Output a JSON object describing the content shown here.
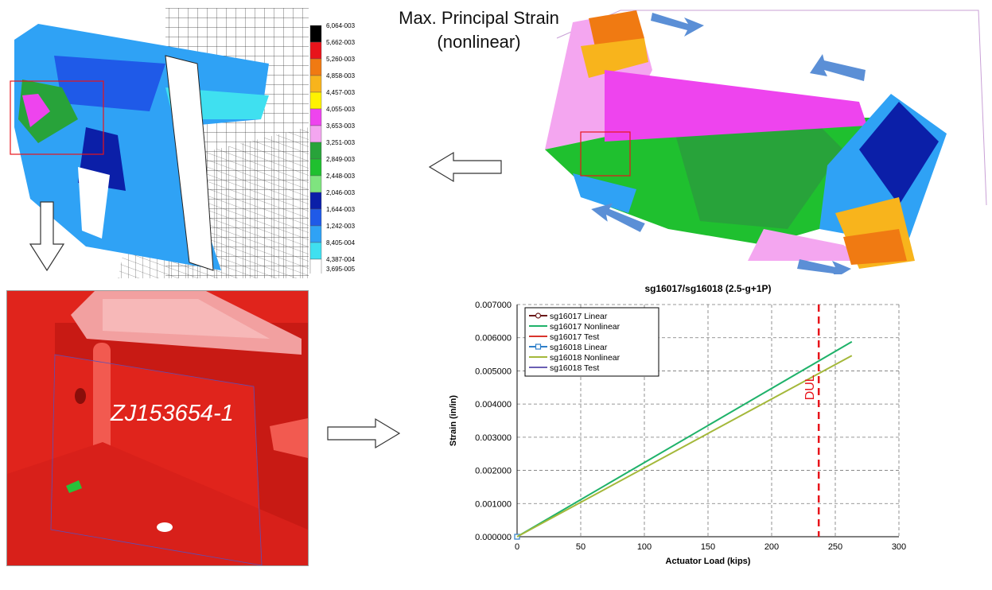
{
  "header": {
    "title_line1": "Max. Principal Strain",
    "title_line2": "(nonlinear)"
  },
  "contour_legend": {
    "labels": [
      "6,064-003",
      "5,662-003",
      "5,260-003",
      "4,858-003",
      "4,457-003",
      "4,055-003",
      "3,653-003",
      "3,251-003",
      "2,849-003",
      "2,448-003",
      "2,046-003",
      "1,644-003",
      "1,242-003",
      "8,405-004",
      "4,387-004",
      "3,695-005"
    ],
    "colors": [
      "#000000",
      "#e8141b",
      "#f07a12",
      "#f8b41c",
      "#fff200",
      "#ee44ee",
      "#f4a6f0",
      "#28a33a",
      "#1fc02f",
      "#7fe47f",
      "#0b1fa8",
      "#1f5ae8",
      "#2fa2f5",
      "#3fe0f0",
      "#ffffff"
    ]
  },
  "detail": {
    "part_number": "ZJ153654-1"
  },
  "colors": {
    "part_red": "#e0241c",
    "accent_blue": "#5b8fd6",
    "dul_red": "#e8141b"
  },
  "chart_data": {
    "type": "line",
    "title": "sg16017/sg16018 (2.5-g+1P)",
    "xlabel": "Actuator Load (kips)",
    "ylabel": "Strain (in/in)",
    "xlim": [
      0,
      300
    ],
    "ylim": [
      0,
      0.007
    ],
    "xticks": [
      "0",
      "50",
      "100",
      "150",
      "200",
      "250",
      "300"
    ],
    "yticks": [
      "0.000000",
      "0.001000",
      "0.002000",
      "0.003000",
      "0.004000",
      "0.005000",
      "0.006000",
      "0.007000"
    ],
    "grid": true,
    "legend_position": "top-left",
    "series": [
      {
        "name": "sg16017 Linear",
        "color": "#6b1a1a",
        "marker": "circle",
        "x": [
          0
        ],
        "y": [
          0
        ]
      },
      {
        "name": "sg16017 Nonlinear",
        "color": "#1fb26a",
        "marker": "none",
        "x": [
          0,
          263
        ],
        "y": [
          0,
          0.00588
        ]
      },
      {
        "name": "sg16017 Test",
        "color": "#d9342b",
        "marker": "none",
        "x": [],
        "y": []
      },
      {
        "name": "sg16018 Linear",
        "color": "#2e7fc9",
        "marker": "square",
        "x": [
          0
        ],
        "y": [
          0
        ]
      },
      {
        "name": "sg16018 Nonlinear",
        "color": "#a4b83a",
        "marker": "none",
        "x": [
          0,
          263
        ],
        "y": [
          0,
          0.00546
        ]
      },
      {
        "name": "sg16018 Test",
        "color": "#6a5fb3",
        "marker": "none",
        "x": [],
        "y": []
      }
    ],
    "annotations": [
      {
        "text": "DUL",
        "x": 237,
        "color": "#e8141b",
        "style": "dashed-vertical"
      }
    ]
  }
}
